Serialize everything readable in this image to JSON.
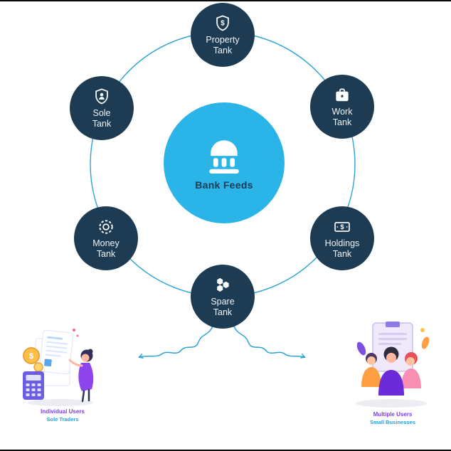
{
  "center": {
    "label": "Bank Feeds",
    "icon": "bank-icon"
  },
  "nodes": [
    {
      "id": "property-tank",
      "line1": "Property",
      "line2": "Tank",
      "icon": "dollar-shield-icon"
    },
    {
      "id": "sole-tank",
      "line1": "Sole",
      "line2": "Tank",
      "icon": "shield-user-icon"
    },
    {
      "id": "work-tank",
      "line1": "Work",
      "line2": "Tank",
      "icon": "briefcase-icon"
    },
    {
      "id": "money-tank",
      "line1": "Money",
      "line2": "Tank",
      "icon": "gear-icon"
    },
    {
      "id": "holdings-tank",
      "line1": "Holdings",
      "line2": "Tank",
      "icon": "banknote-icon"
    },
    {
      "id": "spare-tank",
      "line1": "Spare",
      "line2": "Tank",
      "icon": "hexagons-icon"
    }
  ],
  "captions": {
    "left": {
      "line1": "Individual Users",
      "line2": "Sole Traders"
    },
    "right": {
      "line1": "Multiple Users",
      "line2": "Small Businesses"
    }
  },
  "colors": {
    "center_circle": "#2ab4e8",
    "node_circle": "#1d3b52",
    "ring_line": "#2ba3d4",
    "caption_primary": "#7a3ff2",
    "caption_secondary": "#2a9fd8"
  }
}
